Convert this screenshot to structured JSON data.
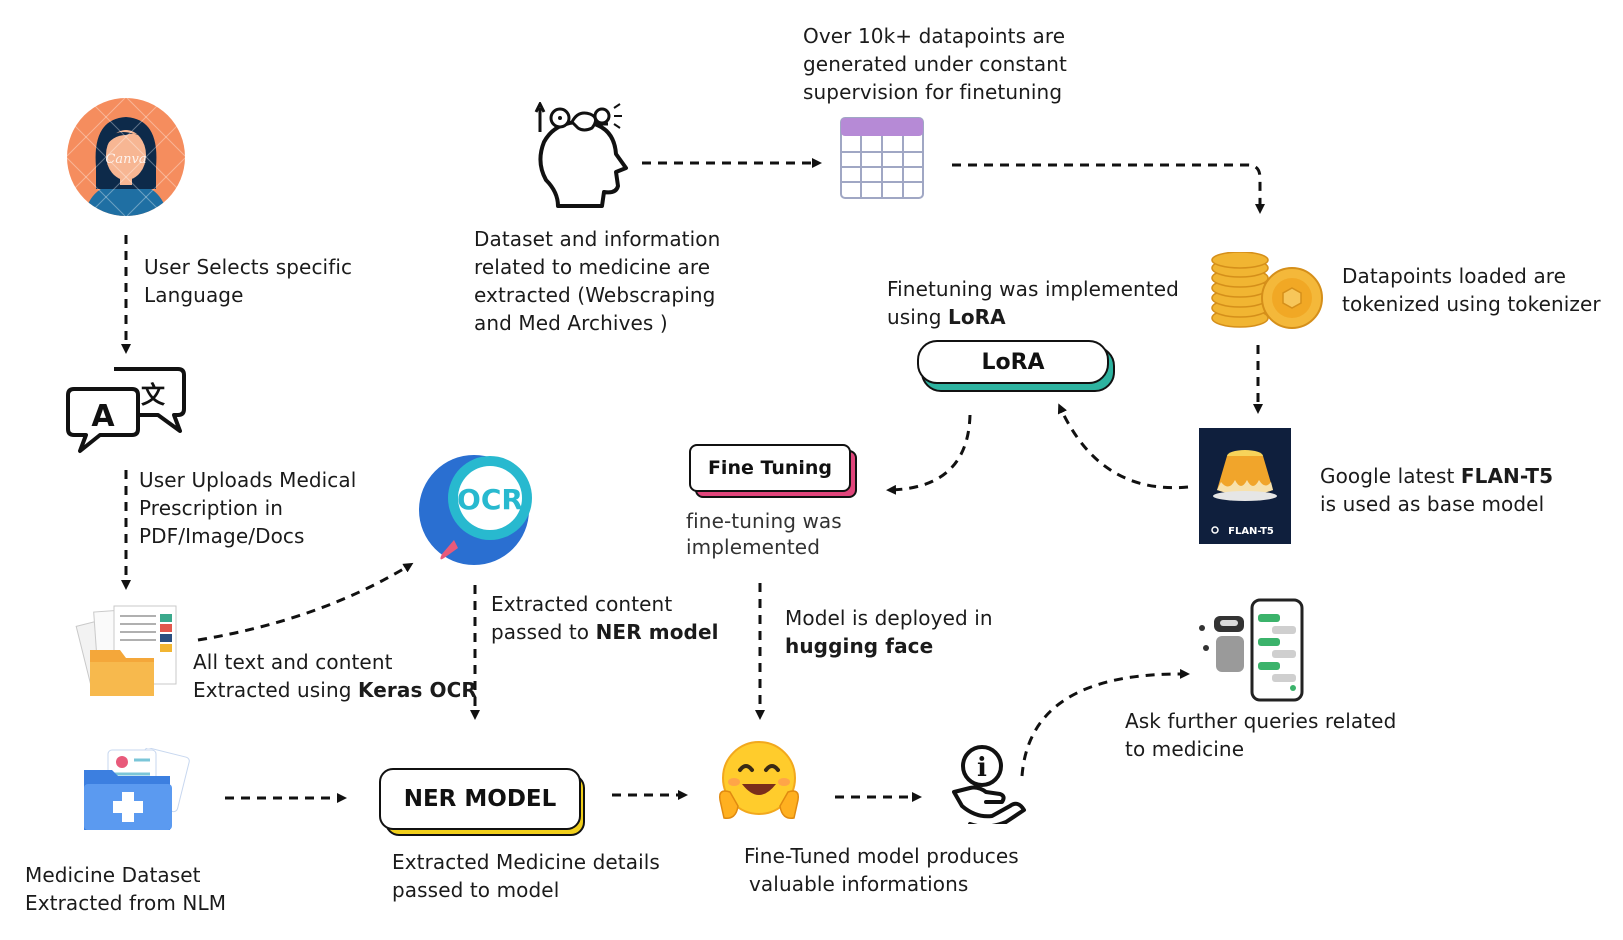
{
  "labels": {
    "user_selects_1": "User Selects specific",
    "user_selects_2": "Language",
    "user_uploads_1": "User Uploads Medical",
    "user_uploads_2": "Prescription in",
    "user_uploads_3": "PDF/Image/Docs",
    "ocr_1": "All text and content",
    "ocr_2_prefix": "Extracted using ",
    "ocr_2_bold": "Keras OCR",
    "medicine_dataset_1": "Medicine Dataset",
    "medicine_dataset_2": "Extracted from NLM",
    "dataset_info_1": "Dataset and information",
    "dataset_info_2": "related to medicine are",
    "dataset_info_3": "extracted (Webscraping",
    "dataset_info_4": "and Med Archives )",
    "datapoints_1": "Over 10k+ datapoints are",
    "datapoints_2": "generated under constant",
    "datapoints_3": "supervision for finetuning",
    "tokenized_1": "Datapoints loaded are",
    "tokenized_2": "tokenized using tokenizer",
    "finetune_lora_1": "Finetuning was implemented",
    "finetune_lora_2_prefix": "using ",
    "finetune_lora_2_bold": "LoRA",
    "flan_1_prefix": "Google latest ",
    "flan_1_bold": "FLAN-T5",
    "flan_2": "is used as base model",
    "finetuning_impl_1": "fine-tuning was",
    "finetuning_impl_2": "implemented",
    "ner_passed_1": "Extracted content",
    "ner_passed_2_prefix": "passed to ",
    "ner_passed_2_bold": "NER model",
    "deployed_1": "Model is deployed in",
    "deployed_2_bold": "hugging face",
    "extracted_details_1": "Extracted Medicine details",
    "extracted_details_2": "passed to model",
    "produces_1": "Fine-Tuned model produces",
    "produces_2": "valuable informations",
    "queries_1": "Ask further queries related",
    "queries_2": "to medicine"
  },
  "boxes": {
    "lora": "LoRA",
    "fine_tuning": "Fine Tuning",
    "ner_model": "NER MODEL"
  },
  "icons": {
    "ocr_text": "OCR",
    "flan_badge": "FLAN-T5",
    "user_avatar_watermark": "Canva",
    "translate_letter_a": "A",
    "translate_glyph": "文",
    "info_glyph": "i"
  },
  "colors": {
    "arrow": "#111111",
    "lora_accent": "#2db3a0",
    "fine_tuning_accent": "#e0457b",
    "ner_accent": "#f1cf1b",
    "avatar_bg": "#f58d5e",
    "ocr_blue": "#2a6fd1",
    "ocr_teal": "#28b9cf",
    "table_purple": "#b68ad6",
    "coin_gold": "#f1b532",
    "flan_bg": "#0f1f3d"
  }
}
